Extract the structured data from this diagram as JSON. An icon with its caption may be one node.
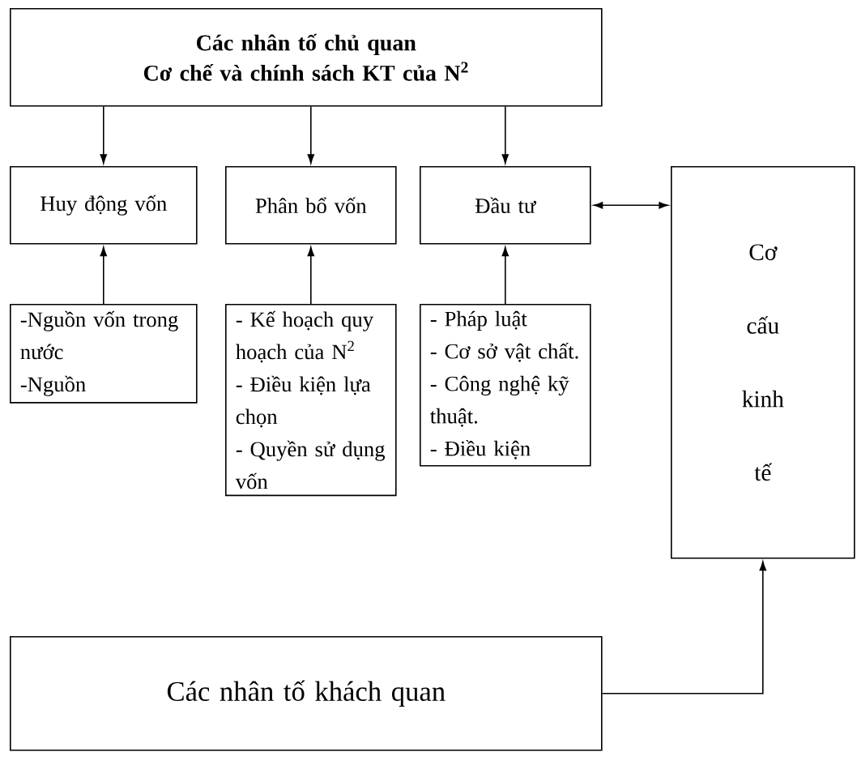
{
  "diagram": {
    "nodes": [
      {
        "text": [
          "Các nhân tố chủ quan",
          "Cơ chế và chính sách KT của N$^{2}$"
        ]
      },
      {
        "text": [
          "Huy động vốn"
        ]
      },
      {
        "text": [
          "Phân bổ vốn"
        ]
      },
      {
        "text": [
          "Đầu tư"
        ]
      },
      {
        "text": [
          "Cơ cấu kinh tế"
        ]
      },
      {
        "text": [
          "-Nguồn vốn trong nước",
          "-Nguồn"
        ]
      },
      {
        "text": [
          "- Kế hoạch quy hoạch của N$^{2}$",
          "- Điều kiện lựa chọn",
          "- Quyền sử dụng vốn"
        ]
      },
      {
        "text": [
          "- Pháp luật",
          "- Cơ sở vật chất.",
          "- Công nghệ kỹ thuật.",
          "- Điều kiện"
        ]
      },
      {
        "text": [
          "Các nhân tố khách quan"
        ]
      }
    ],
    "edges": [
      {
        "from": 0,
        "to": 1,
        "arrow": "to"
      },
      {
        "from": 0,
        "to": 2,
        "arrow": "to"
      },
      {
        "from": 0,
        "to": 3,
        "arrow": "to"
      },
      {
        "from": 3,
        "to": 4,
        "arrow": "both"
      },
      {
        "from": 5,
        "to": 1,
        "arrow": "to"
      },
      {
        "from": 6,
        "to": 2,
        "arrow": "to"
      },
      {
        "from": 7,
        "to": 3,
        "arrow": "to"
      },
      {
        "from": 8,
        "to": 4,
        "arrow": "to"
      }
    ]
  }
}
